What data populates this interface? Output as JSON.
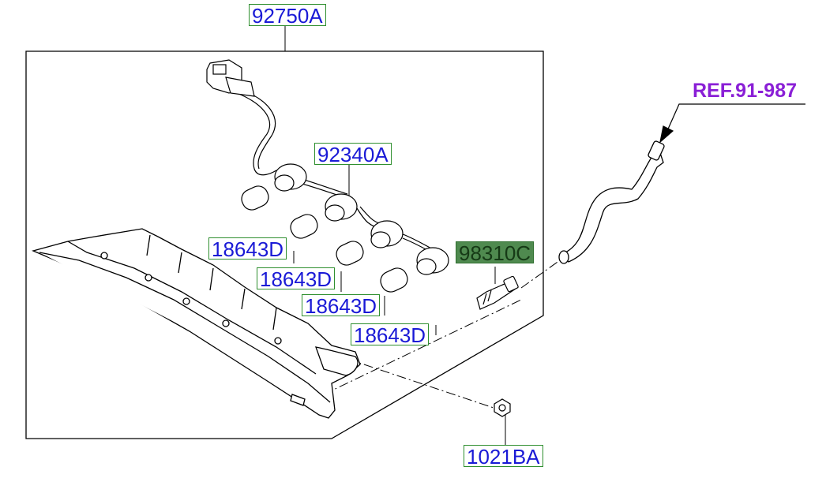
{
  "callouts": {
    "assembly": "92750A",
    "socket": "92340A",
    "bulb_1": "18643D",
    "bulb_2": "18643D",
    "bulb_3": "18643D",
    "bulb_4": "18643D",
    "nozzle": "98310C",
    "clip": "1021BA"
  },
  "reference": "REF.91-987",
  "colors": {
    "callout_text": "#1a1ad6",
    "callout_border": "#2f8f2f",
    "highlight_fill": "#4f8a4f",
    "reference_text": "#8a1fd6"
  }
}
